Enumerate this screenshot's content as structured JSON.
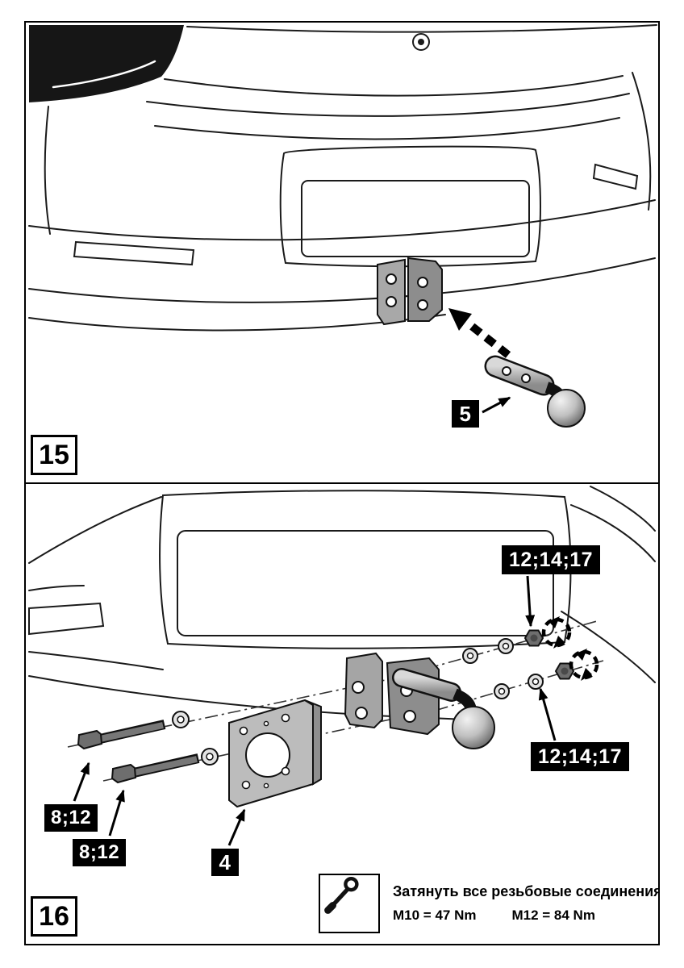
{
  "page": {
    "type": "towbar-installation-instructions",
    "language": "ru"
  },
  "step15": {
    "step_number": "15",
    "labels": [
      {
        "text": "5"
      }
    ],
    "icons": [
      "insertion-direction-arrow"
    ]
  },
  "step16": {
    "step_number": "16",
    "labels": [
      {
        "text": "12;14;17"
      },
      {
        "text": "12;14;17"
      },
      {
        "text": "8;12"
      },
      {
        "text": "8;12"
      },
      {
        "text": "4"
      }
    ],
    "torque_note": {
      "icon": "torque-wrench-icon",
      "text": "Затянуть все резьбовые соединения",
      "values": [
        "M10 = 47 Nm",
        "M12 = 84 Nm"
      ]
    }
  },
  "colors": {
    "line": "#1a1a1a",
    "label_bg": "#000000",
    "label_text": "#ffffff",
    "metal_fill": "#9a9a9a"
  }
}
